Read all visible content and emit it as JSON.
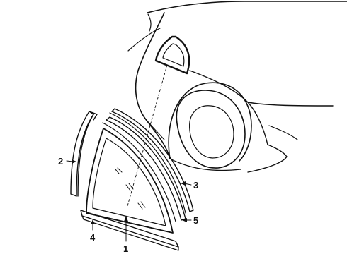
{
  "diagram": {
    "callouts": {
      "part_1": "1",
      "part_2": "2",
      "part_3": "3",
      "part_4": "4",
      "part_5": "5"
    },
    "colors": {
      "ink": "#111111",
      "background": "#ffffff"
    }
  }
}
